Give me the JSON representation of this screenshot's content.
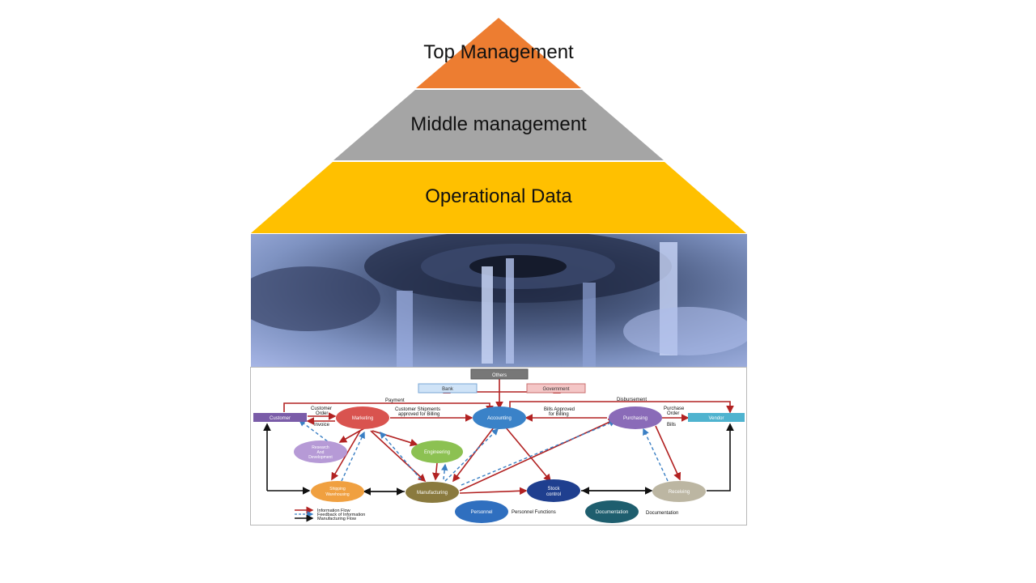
{
  "pyramid": {
    "top_label": "Top Management",
    "middle_label": "Middle management",
    "bottom_label": "Operational Data",
    "colors": {
      "top": "#ED7D31",
      "middle": "#A5A5A5",
      "bottom": "#FFC000"
    }
  },
  "flowchart": {
    "nodes": {
      "others": "Others",
      "bank": "Bank",
      "government": "Government",
      "customer": "Customer",
      "marketing": "Marketing",
      "accounting": "Accounting",
      "purchasing": "Purchasing",
      "vendor": "Vendor",
      "rnd_1": "Research",
      "rnd_2": "And",
      "rnd_3": "Development",
      "engineering": "Engineering",
      "shipping_1": "Shipping",
      "shipping_2": "Warehousing",
      "manufacturing": "Manufacturing",
      "stock_1": "Stock",
      "stock_2": "control",
      "receiving": "Receiving",
      "personnel": "Personnel",
      "documentation": "Documentation"
    },
    "labels": {
      "payment": "Payment",
      "customer_order_1": "Customer",
      "customer_order_2": "Order",
      "invoice": "Invoice",
      "shipments_1": "Customer Shipments",
      "shipments_2": "approved for Billing",
      "bills_approved_1": "Bills Approved",
      "bills_approved_2": "for Billing",
      "disbursement": "Disbursement",
      "purchase_order_1": "Purchase",
      "purchase_order_2": "Order",
      "bills": "Bills",
      "personnel_functions": "Personnel Functions",
      "documentation_label": "Documentation"
    },
    "legend": {
      "info_flow": "Information Flow",
      "feedback": "Feedback of Information",
      "manufacturing_flow": "Manufacturing Flow"
    },
    "colors": {
      "info_arrow": "#B22222",
      "feedback_arrow": "#3A7FC4",
      "mfg_arrow": "#111111"
    }
  }
}
